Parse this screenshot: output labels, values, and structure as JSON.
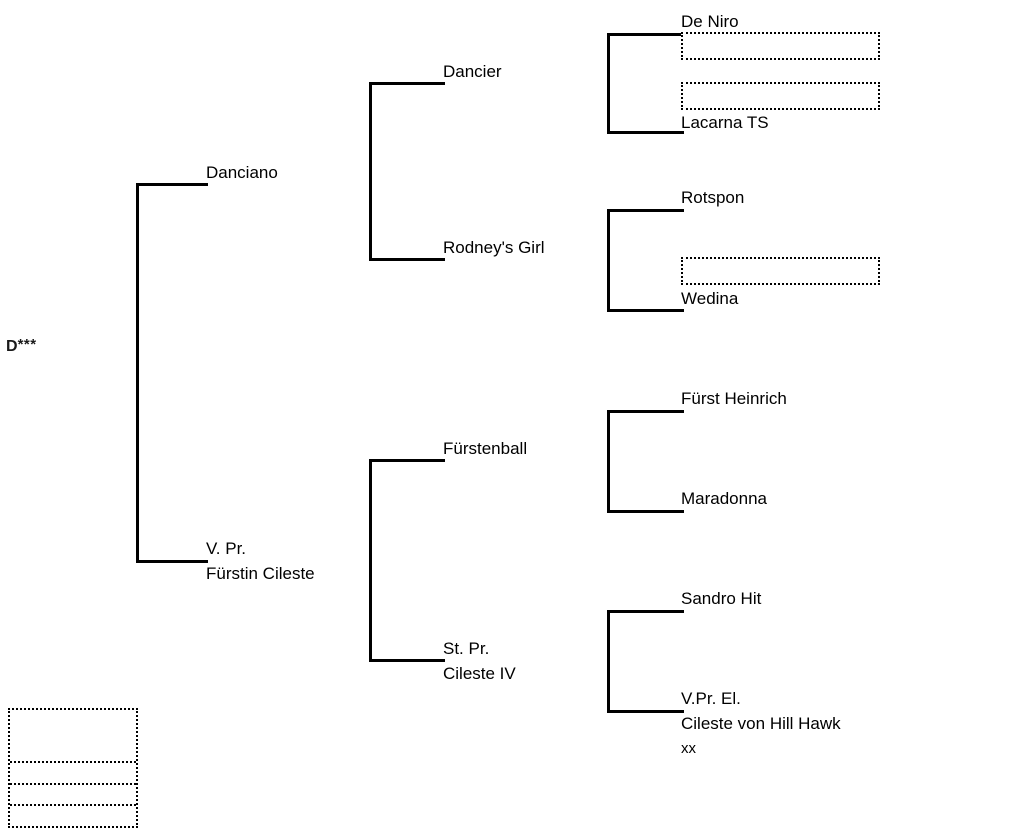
{
  "chart": {
    "type": "pedigree-tree",
    "title": "",
    "subject": {
      "name": "D",
      "stars": "***"
    },
    "generation1": [
      {
        "id": "sire",
        "label": "Danciano"
      },
      {
        "id": "dam",
        "line1": "V. Pr.",
        "line2": "Fürstin Cileste"
      }
    ],
    "generation2": [
      {
        "id": "sire-sire",
        "label": "Dancier"
      },
      {
        "id": "sire-dam",
        "label": "Rodney's Girl"
      },
      {
        "id": "dam-sire",
        "label": "Fürstenball"
      },
      {
        "id": "dam-dam",
        "line1": "St. Pr.",
        "line2": "Cileste IV"
      }
    ],
    "generation3": [
      {
        "id": "ss-sire",
        "label": "De Niro"
      },
      {
        "id": "ss-dam",
        "label": "Lacarna TS"
      },
      {
        "id": "sd-sire",
        "label": "Rotspon"
      },
      {
        "id": "sd-dam",
        "label": "Wedina"
      },
      {
        "id": "ds-sire",
        "label": "Fürst Heinrich"
      },
      {
        "id": "ds-dam",
        "label": "Maradonna"
      },
      {
        "id": "dd-sire",
        "label": "Sandro Hit"
      },
      {
        "id": "dd-dam",
        "line1": "V.Pr. El.",
        "line2": "Cileste von Hill Hawk",
        "line3": "xx"
      }
    ],
    "empty_fields": [
      {
        "id": "field-de-niro-extra",
        "value": ""
      },
      {
        "id": "field-lacarna-extra",
        "value": ""
      },
      {
        "id": "field-wedina-extra",
        "value": ""
      }
    ],
    "legend_rows": [
      {
        "id": "legend-row-1",
        "value": ""
      },
      {
        "id": "legend-row-2",
        "value": ""
      },
      {
        "id": "legend-row-3",
        "value": ""
      },
      {
        "id": "legend-row-4",
        "value": ""
      }
    ],
    "colors": {
      "line": "#000000",
      "text": "#000000",
      "background": "#ffffff",
      "dotted": "#000000"
    }
  }
}
